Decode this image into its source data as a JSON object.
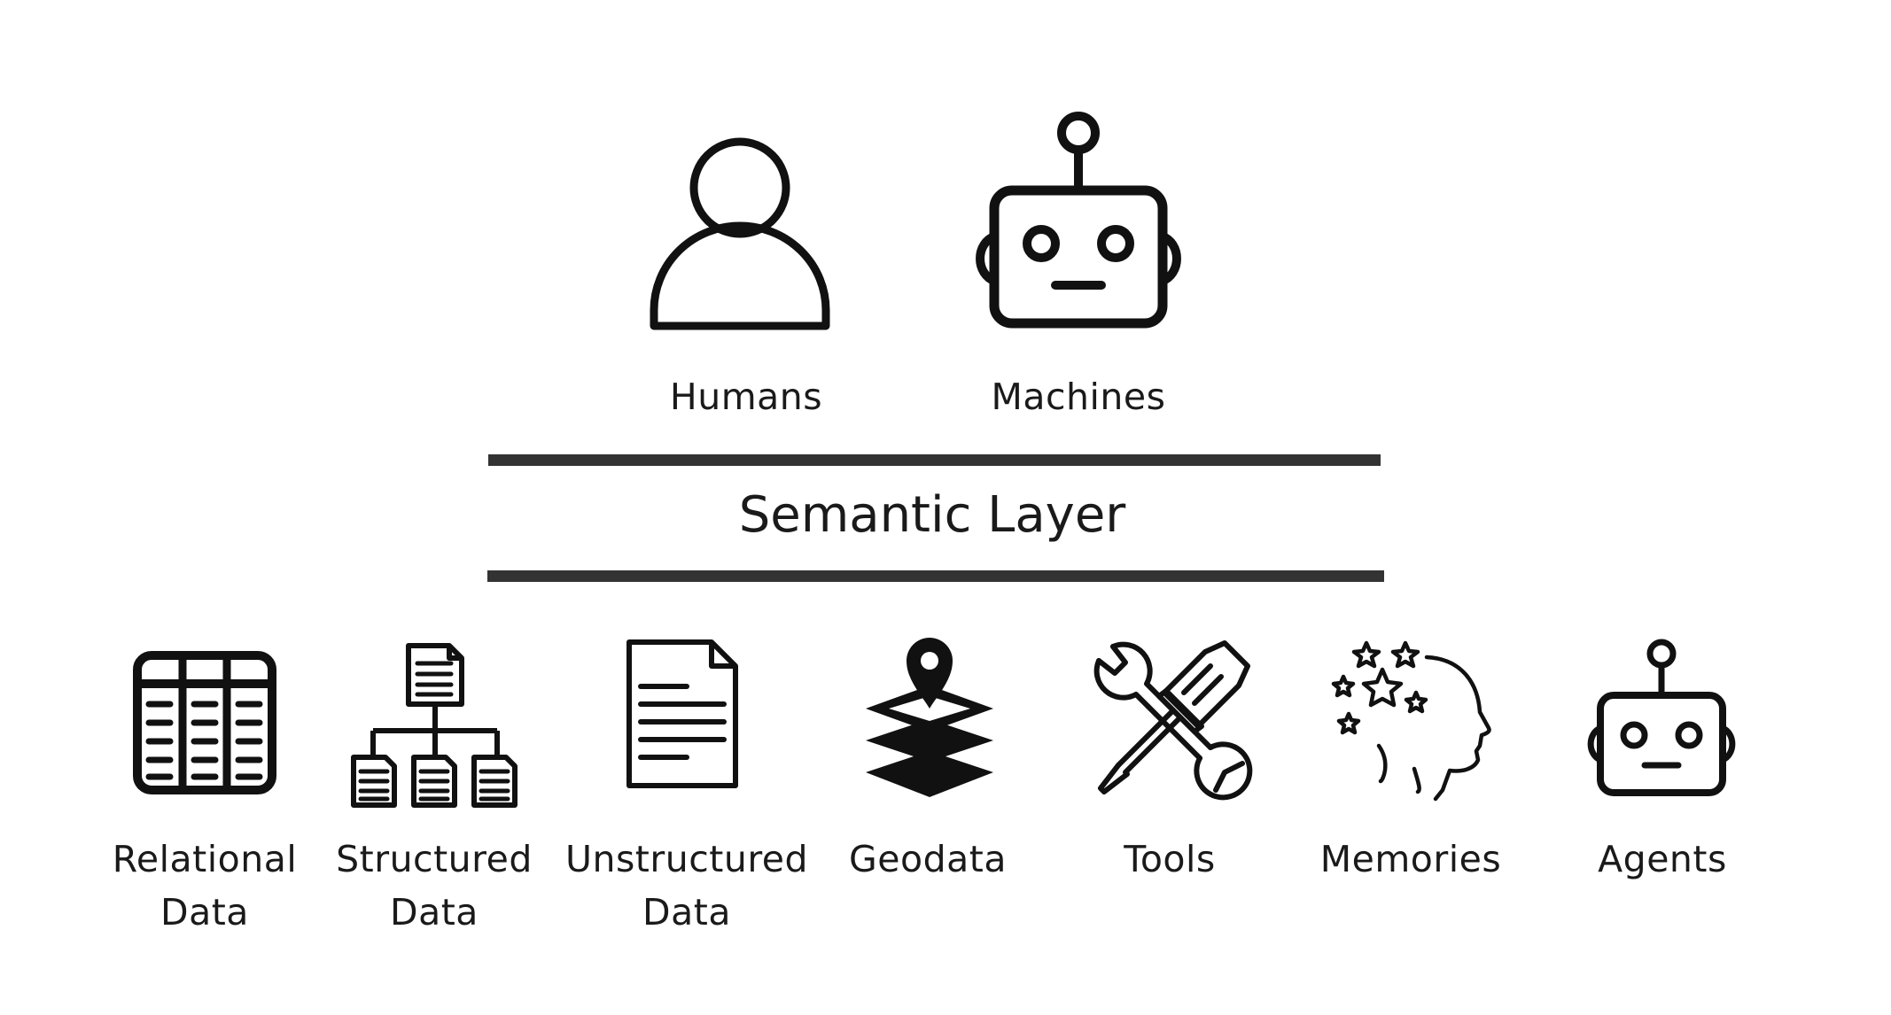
{
  "top_actors": [
    {
      "label": "Humans",
      "icon": "person-icon"
    },
    {
      "label": "Machines",
      "icon": "robot-icon"
    }
  ],
  "layer": {
    "title": "Semantic Layer"
  },
  "sources": [
    {
      "label": "Relational\nData",
      "icon": "table-icon"
    },
    {
      "label": "Structured\nData",
      "icon": "document-hierarchy-icon"
    },
    {
      "label": "Unstructured\nData",
      "icon": "document-icon"
    },
    {
      "label": "Geodata",
      "icon": "map-layers-icon"
    },
    {
      "label": "Tools",
      "icon": "wrench-screwdriver-icon"
    },
    {
      "label": "Memories",
      "icon": "head-stars-icon"
    },
    {
      "label": "Agents",
      "icon": "robot-icon"
    }
  ],
  "colors": {
    "ink": "#1a1a1a",
    "rule": "#333333",
    "background": "#ffffff"
  }
}
